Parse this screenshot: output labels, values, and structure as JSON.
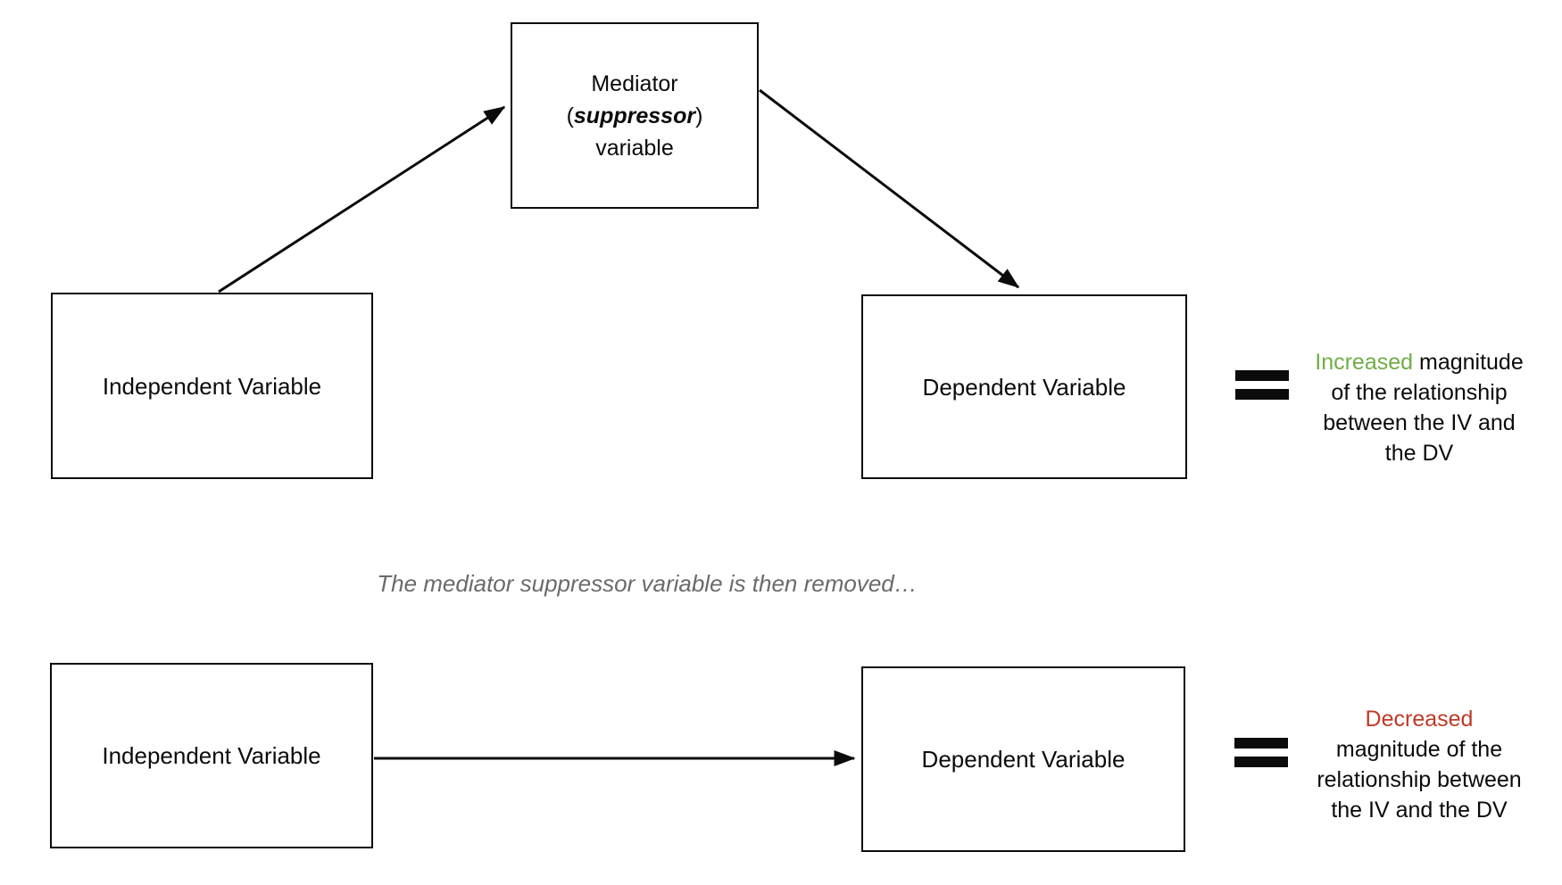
{
  "colors": {
    "increase_green": "#70AD47",
    "decrease_red": "#BE3A26",
    "caption_gray": "#6A6A6A"
  },
  "top_diagram": {
    "mediator_box": {
      "line1": "Mediator",
      "paren_open": "(",
      "emphasis": "suppressor",
      "paren_close": ")",
      "line3": "variable"
    },
    "independent_box_label": "Independent Variable",
    "dependent_box_label": "Dependent Variable",
    "result": {
      "line1_colored": "Increased",
      "line1_rest": " magnitude",
      "line2": "of the relationship",
      "line3": "between the IV and",
      "line4": "the DV"
    }
  },
  "caption": "The mediator suppressor variable is then removed…",
  "bottom_diagram": {
    "independent_box_label": "Independent Variable",
    "dependent_box_label": "Dependent Variable",
    "result": {
      "line1_colored": "Decreased",
      "line1_rest": "",
      "line2": "magnitude of the",
      "line3": "relationship between",
      "line4": "the IV and the DV"
    }
  }
}
